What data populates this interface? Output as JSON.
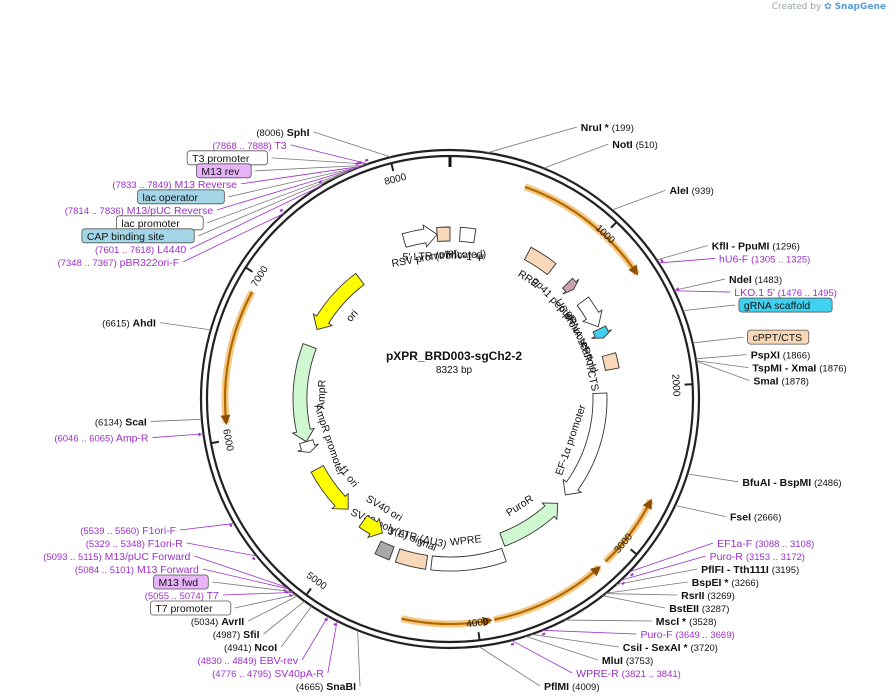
{
  "plasmid": {
    "name": "pXPR_BRD003-sgCh2-2",
    "length_label": "8323 bp",
    "length_bp": 8323
  },
  "credit": {
    "prefix": "Created by",
    "brand": "SnapGene"
  },
  "ticks": [
    {
      "bp": 1000,
      "label": "1000"
    },
    {
      "bp": 2000,
      "label": "2000"
    },
    {
      "bp": 3000,
      "label": "3000"
    },
    {
      "bp": 4000,
      "label": "4000"
    },
    {
      "bp": 5000,
      "label": "5000"
    },
    {
      "bp": 6000,
      "label": "6000"
    },
    {
      "bp": 7000,
      "label": "7000"
    },
    {
      "bp": 8000,
      "label": "8000"
    }
  ],
  "sites": [
    {
      "bp": 8006,
      "name": "SphI",
      "pos": "(8006)",
      "kind": "enzyme"
    },
    {
      "bp": 7875,
      "name": "T3 promoter",
      "kind": "box"
    },
    {
      "bp": 7878,
      "name": "T3",
      "pos": "(7868 .. 7888)",
      "kind": "primer"
    },
    {
      "bp": 7855,
      "name": "M13 rev",
      "kind": "box",
      "fill": "#e8b4f8"
    },
    {
      "bp": 7841,
      "name": "M13 Reverse",
      "pos": "(7833 .. 7849)",
      "kind": "primer"
    },
    {
      "bp": 7830,
      "name": "lac operator",
      "kind": "box",
      "fill": "#a5d6e8"
    },
    {
      "bp": 7825,
      "name": "M13/pUC Reverse",
      "pos": "(7814 .. 7836)",
      "kind": "primer"
    },
    {
      "bp": 7800,
      "name": "lac promoter",
      "kind": "box"
    },
    {
      "bp": 7760,
      "name": "CAP binding site",
      "kind": "box",
      "fill": "#a5d6e8"
    },
    {
      "bp": 7610,
      "name": "L4440",
      "pos": "(7601 .. 7618)",
      "kind": "primer"
    },
    {
      "bp": 7357,
      "name": "pBR322ori-F",
      "pos": "(7348 .. 7367)",
      "kind": "primer"
    },
    {
      "bp": 6615,
      "name": "AhdI",
      "pos": "(6615)",
      "kind": "enzyme"
    },
    {
      "bp": 6134,
      "name": "ScaI",
      "pos": "(6134)",
      "kind": "enzyme"
    },
    {
      "bp": 6056,
      "name": "Amp-R",
      "pos": "(6046 .. 6065)",
      "kind": "primer"
    },
    {
      "bp": 5549,
      "name": "F1ori-F",
      "pos": "(5539 .. 5560)",
      "kind": "primer"
    },
    {
      "bp": 5338,
      "name": "F1ori-R",
      "pos": "(5329 .. 5348)",
      "kind": "primer"
    },
    {
      "bp": 5104,
      "name": "M13/pUC Forward",
      "pos": "(5093 .. 5115)",
      "kind": "primer"
    },
    {
      "bp": 5092,
      "name": "M13 Forward",
      "pos": "(5084 .. 5101)",
      "kind": "primer"
    },
    {
      "bp": 5070,
      "name": "M13 fwd",
      "kind": "box",
      "fill": "#e8b4f8"
    },
    {
      "bp": 5064,
      "name": "T7",
      "pos": "(5055 .. 5074)",
      "kind": "primer"
    },
    {
      "bp": 5045,
      "name": "T7 promoter",
      "kind": "box"
    },
    {
      "bp": 5034,
      "name": "AvrII",
      "pos": "(5034)",
      "kind": "enzyme"
    },
    {
      "bp": 4987,
      "name": "SfiI",
      "pos": "(4987)",
      "kind": "enzyme"
    },
    {
      "bp": 4941,
      "name": "NcoI",
      "pos": "(4941)",
      "kind": "enzyme"
    },
    {
      "bp": 4839,
      "name": "EBV-rev",
      "pos": "(4830 .. 4849)",
      "kind": "primer"
    },
    {
      "bp": 4785,
      "name": "SV40pA-R",
      "pos": "(4776 .. 4795)",
      "kind": "primer"
    },
    {
      "bp": 4665,
      "name": "SnaBI",
      "pos": "(4665)",
      "kind": "enzyme"
    },
    {
      "bp": 199,
      "name": "NruI *",
      "pos": "(199)",
      "kind": "enzyme"
    },
    {
      "bp": 510,
      "name": "NotI",
      "pos": "(510)",
      "kind": "enzyme"
    },
    {
      "bp": 939,
      "name": "AleI",
      "pos": "(939)",
      "kind": "enzyme"
    },
    {
      "bp": 1296,
      "name": "KflI  - PpuMI",
      "pos": "(1296)",
      "kind": "enzyme"
    },
    {
      "bp": 1315,
      "name": "hU6-F",
      "pos": "(1305 .. 1325)",
      "kind": "primer"
    },
    {
      "bp": 1485,
      "name": "LKO.1 5'",
      "pos": "(1476 .. 1495)",
      "kind": "primer"
    },
    {
      "bp": 1483,
      "name": "NdeI",
      "pos": "(1483)",
      "kind": "enzyme"
    },
    {
      "bp": 1600,
      "name": "gRNA scaffold",
      "kind": "box",
      "fill": "#3fd2f0"
    },
    {
      "bp": 1780,
      "name": "cPPT/CTS",
      "kind": "box",
      "fill": "#f8d8b8"
    },
    {
      "bp": 1866,
      "name": "PspXI",
      "pos": "(1866)",
      "kind": "enzyme"
    },
    {
      "bp": 1876,
      "name": "TspMI  - XmaI",
      "pos": "(1876)",
      "kind": "enzyme"
    },
    {
      "bp": 1878,
      "name": "SmaI",
      "pos": "(1878)",
      "kind": "enzyme"
    },
    {
      "bp": 2486,
      "name": "BfuAI  - BspMI",
      "pos": "(2486)",
      "kind": "enzyme"
    },
    {
      "bp": 2666,
      "name": "FseI",
      "pos": "(2666)",
      "kind": "enzyme"
    },
    {
      "bp": 3098,
      "name": "EF1a-F",
      "pos": "(3088 .. 3108)",
      "kind": "primer"
    },
    {
      "bp": 3162,
      "name": "Puro-R",
      "pos": "(3153 .. 3172)",
      "kind": "primer"
    },
    {
      "bp": 3195,
      "name": "PflFI  - Tth111I",
      "pos": "(3195)",
      "kind": "enzyme"
    },
    {
      "bp": 3266,
      "name": "BspEI *",
      "pos": "(3266)",
      "kind": "enzyme"
    },
    {
      "bp": 3269,
      "name": "RsrII",
      "pos": "(3269)",
      "kind": "enzyme"
    },
    {
      "bp": 3287,
      "name": "BstEII",
      "pos": "(3287)",
      "kind": "enzyme"
    },
    {
      "bp": 3528,
      "name": "MscI *",
      "pos": "(3528)",
      "kind": "enzyme"
    },
    {
      "bp": 3659,
      "name": "Puro-F",
      "pos": "(3649 .. 3669)",
      "kind": "primer"
    },
    {
      "bp": 3720,
      "name": "CsiI  - SexAI *",
      "pos": "(3720)",
      "kind": "enzyme"
    },
    {
      "bp": 3753,
      "name": "MluI",
      "pos": "(3753)",
      "kind": "enzyme"
    },
    {
      "bp": 3831,
      "name": "WPRE-R",
      "pos": "(3821 .. 3841)",
      "kind": "primer"
    },
    {
      "bp": 4009,
      "name": "PflMI",
      "pos": "(4009)",
      "kind": "enzyme"
    }
  ],
  "features": [
    {
      "name": "RSV promoter",
      "start": 7950,
      "end": 8220,
      "dir": 1,
      "fill": "#ffffff"
    },
    {
      "name": "5' LTR (truncated)",
      "start": 8220,
      "end": 8323,
      "dir": 0,
      "fill": "#f8d8b8"
    },
    {
      "name": "HIV-1 Ψ",
      "start": 80,
      "end": 200,
      "dir": 0,
      "fill": "#ffffff"
    },
    {
      "name": "RRE",
      "start": 650,
      "end": 880,
      "dir": 0,
      "fill": "#f8d8b8"
    },
    {
      "name": "gp41 peptide",
      "start": 1050,
      "end": 1120,
      "dir": 1,
      "fill": "#c9a0b0"
    },
    {
      "name": "U6 promoter",
      "start": 1240,
      "end": 1480,
      "dir": 1,
      "fill": "#ffffff"
    },
    {
      "name": "gRNA scaffold",
      "start": 1500,
      "end": 1580,
      "dir": 1,
      "fill": "#3fd2f0"
    },
    {
      "name": "cPPT/CTS",
      "start": 1720,
      "end": 1840,
      "dir": 0,
      "fill": "#f8d8b8"
    },
    {
      "name": "EF-1α promoter",
      "start": 2030,
      "end": 3000,
      "dir": 1,
      "fill": "#ffffff"
    },
    {
      "name": "PuroR",
      "start": 3100,
      "end": 3690,
      "dir": -1,
      "fill": "#d0f8d0"
    },
    {
      "name": "WPRE",
      "start": 3720,
      "end": 4310,
      "dir": 0,
      "fill": "#ffffff"
    },
    {
      "name": "3' LTR (ΔU3)",
      "start": 4350,
      "end": 4590,
      "dir": 0,
      "fill": "#f8d8b8"
    },
    {
      "name": "SV40 poly(A) signal",
      "start": 4640,
      "end": 4760,
      "dir": 0,
      "fill": "#a8a8a8"
    },
    {
      "name": "SV40 ori",
      "start": 4780,
      "end": 4980,
      "dir": -1,
      "fill": "#ffff00"
    },
    {
      "name": "f1 ori",
      "start": 5150,
      "end": 5600,
      "dir": -1,
      "fill": "#ffff00"
    },
    {
      "name": "AmpR promoter",
      "start": 5760,
      "end": 5860,
      "dir": -1,
      "fill": "#ffffff"
    },
    {
      "name": "AmpR",
      "start": 5860,
      "end": 6720,
      "dir": -1,
      "fill": "#d0f8d0"
    },
    {
      "name": "ori",
      "start": 6880,
      "end": 7470,
      "dir": -1,
      "fill": "#ffff00"
    }
  ],
  "orfs": [
    {
      "start": 450,
      "end": 1300,
      "dir": 1
    },
    {
      "start": 2700,
      "end": 3150,
      "dir": -1
    },
    {
      "start": 3200,
      "end": 3900,
      "dir": -1
    },
    {
      "start": 3920,
      "end": 4450,
      "dir": -1
    },
    {
      "start": 6100,
      "end": 6900,
      "dir": -1
    }
  ]
}
